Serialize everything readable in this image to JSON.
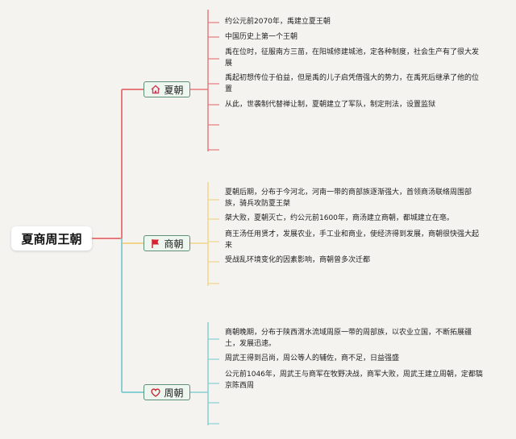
{
  "root": {
    "label": "夏商周王朝"
  },
  "colors": {
    "xia": "#e77a7a",
    "shang": "#f1d58a",
    "zhou": "#88cfd4",
    "node_border": "#5f8f74",
    "node_fill": "#edf6ef"
  },
  "branches": [
    {
      "label": "夏朝",
      "icon": "home-icon",
      "items": [
        "约公元前2070年，禹建立夏王朝",
        "中国历史上第一个王朝",
        "禹在位时，征服南方三苗，在阳城修建城池，定各种制度，社会生产有了很大发展",
        "禹起初想传位于伯益，但是禹的儿子启凭借强大的势力，在禹死后继承了他的位置",
        "从此，世袭制代替禅让制，夏朝建立了军队，制定刑法，设置监狱"
      ]
    },
    {
      "label": "商朝",
      "icon": "flag-icon",
      "items": [
        "夏朝后期，分布于今河北，河南一带的商部族逐渐强大，首领商汤联络周围部族，骑兵攻防夏王桀",
        "桀大败，夏朝灭亡，约公元前1600年，商汤建立商朝，都城建立在亳。",
        "商王汤任用贤才，发展农业，手工业和商业，使经济得到发展，商朝很快强大起来",
        "受战乱环境变化的因素影响，商朝曾多次迁都"
      ]
    },
    {
      "label": "周朝",
      "icon": "heart-icon",
      "items": [
        "商朝晚期，分布于陕西渭水流域周原一带的周部族，以农业立国，不断拓展疆土，发展迅速。",
        "周武王得到吕尚，周公等人的辅佐，商不足，日益强盛",
        "公元前1046年，周武王与商军在牧野决战，商军大败，周武王建立周朝，定都镐京陈西周"
      ]
    }
  ]
}
